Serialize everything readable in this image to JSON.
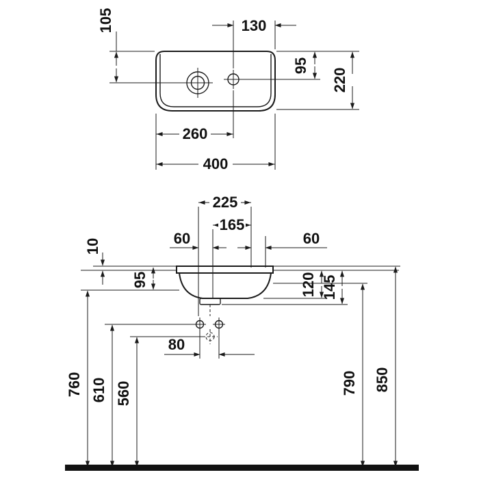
{
  "drawing_title": "washbasin-dimension-drawing",
  "units": "mm",
  "top_view": {
    "bowl_offset_vertical": "105",
    "faucet_from_right": "130",
    "faucet_depth": "95",
    "overall_depth": "220",
    "faucet_from_left": "260",
    "overall_width": "400"
  },
  "front_view": {
    "width_to_faucet": "225",
    "drain_to_faucet": "165",
    "left_spacing": "60",
    "right_spacing": "60",
    "rim_thickness": "10",
    "rim_to_bracket": "95",
    "depth_to_body": "120",
    "depth_to_trap": "145",
    "fixing_hole_spacing": "80",
    "height_bracket": "760",
    "height_fixing": "610",
    "height_drain": "560",
    "height_overflow": "790",
    "height_rim": "850"
  }
}
